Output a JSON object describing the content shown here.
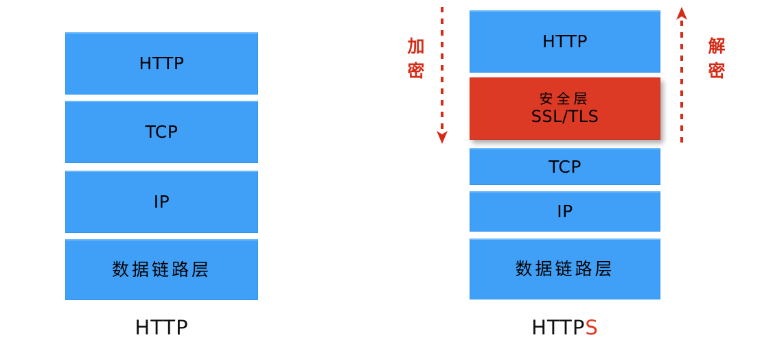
{
  "diagram": {
    "title_hidden": "",
    "colors": {
      "layer_blue": "#40A0F8",
      "security_red": "#DC3A25",
      "annotation_red": "#D62B16",
      "accent_s": "#E8321C",
      "background": "#FFFFFF"
    },
    "left_stack": {
      "caption": "HTTP",
      "layers": [
        {
          "label": "HTTP",
          "kind": "latin",
          "color": "#40A0F8"
        },
        {
          "label": "TCP",
          "kind": "latin",
          "color": "#40A0F8"
        },
        {
          "label": "IP",
          "kind": "latin",
          "color": "#40A0F8"
        },
        {
          "label": "数据链路层",
          "kind": "cjk",
          "color": "#40A0F8"
        }
      ]
    },
    "right_stack": {
      "caption_main": "HTTP",
      "caption_accent": "S",
      "layers": [
        {
          "label": "HTTP",
          "kind": "latin",
          "color": "#40A0F8"
        },
        {
          "label": "安全层",
          "sublabel": "SSL/TLS",
          "kind": "security",
          "color": "#DC3A25"
        },
        {
          "label": "TCP",
          "kind": "latin",
          "color": "#40A0F8"
        },
        {
          "label": "IP",
          "kind": "latin",
          "color": "#40A0F8"
        },
        {
          "label": "数据链路层",
          "kind": "cjk",
          "color": "#40A0F8"
        }
      ]
    },
    "annotations": {
      "encrypt": {
        "label": "加\n密",
        "direction": "down",
        "color": "#D62B16"
      },
      "decrypt": {
        "label": "解\n密",
        "direction": "up",
        "color": "#D62B16"
      }
    }
  }
}
